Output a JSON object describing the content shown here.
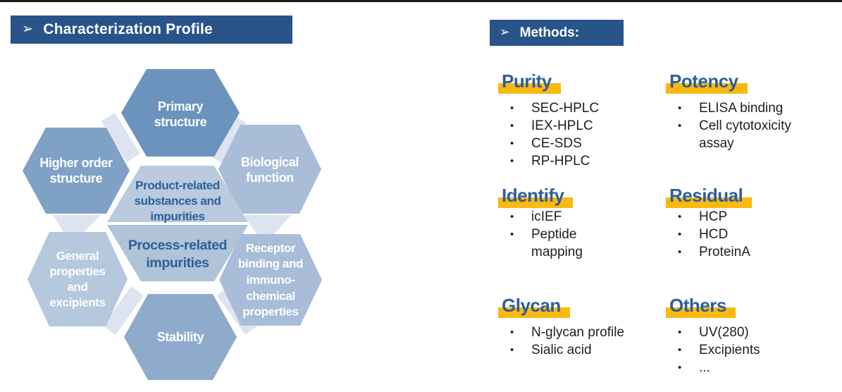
{
  "left_panel": {
    "header": {
      "arrow": "➢",
      "title": "Characterization Profile"
    },
    "diagram": {
      "hexagons": [
        {
          "id": "primary-structure",
          "lines": [
            "Primary",
            "structure"
          ],
          "fill": "#6C92BE",
          "text_color": "#FFFFFF"
        },
        {
          "id": "higher-order-structure",
          "lines": [
            "Higher order",
            "structure"
          ],
          "fill": "#7FA1C6",
          "text_color": "#FFFFFF"
        },
        {
          "id": "biological-function",
          "lines": [
            "Biological",
            "function"
          ],
          "fill": "#A9BDD8",
          "text_color": "#FFFFFF"
        },
        {
          "id": "general-properties",
          "lines": [
            "General",
            "properties",
            "and",
            "excipients"
          ],
          "fill": "#B5C8DD",
          "text_color": "#FFFFFF"
        },
        {
          "id": "receptor-binding",
          "lines": [
            "Receptor",
            "binding and",
            "immuno-",
            "chemical",
            "properties"
          ],
          "fill": "#A9BDD8",
          "text_color": "#FFFFFF"
        },
        {
          "id": "stability",
          "lines": [
            "Stability"
          ],
          "fill": "#8FABCC",
          "text_color": "#FFFFFF"
        }
      ],
      "center": {
        "top": {
          "lines": [
            "Product-related",
            "substances and",
            "impurities"
          ],
          "fill": "#BACBDF",
          "text_color": "#2D5F96"
        },
        "bottom": {
          "lines": [
            "Process-related",
            "impurities"
          ],
          "fill": "#AFC3D9",
          "text_color": "#2D5F96"
        }
      },
      "fragment_color": "#DDE4EF"
    }
  },
  "right_panel": {
    "header": {
      "arrow": "➢",
      "title": "Methods:"
    },
    "bullet": "•",
    "sections": [
      {
        "title": "Purity",
        "items": [
          "SEC-HPLC",
          "IEX-HPLC",
          "CE-SDS",
          "RP-HPLC"
        ]
      },
      {
        "title": "Potency",
        "items": [
          "ELISA binding",
          "Cell cytotoxicity\nassay"
        ]
      },
      {
        "title": "Identify",
        "items": [
          "icIEF",
          "Peptide\nmapping"
        ]
      },
      {
        "title": "Residual",
        "items": [
          "HCP",
          "HCD",
          "ProteinA"
        ]
      },
      {
        "title": "Glycan",
        "items": [
          "N-glycan profile",
          "Sialic acid"
        ]
      },
      {
        "title": "Others",
        "items": [
          "UV(280)",
          "Excipients",
          "..."
        ]
      }
    ]
  },
  "colors": {
    "header_bar": "#28548A",
    "header_text": "#FFFFFF",
    "section_title": "#2D5E9C",
    "highlight": "#F9B90F",
    "item_text": "#1F1F1F"
  }
}
